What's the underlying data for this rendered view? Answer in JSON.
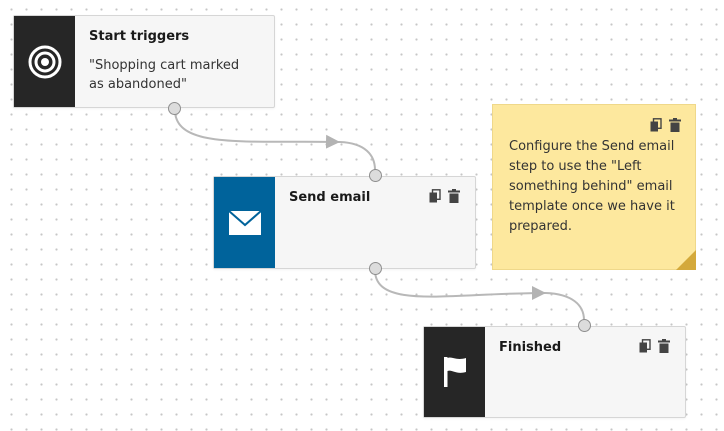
{
  "nodes": {
    "start": {
      "title": "Start triggers",
      "description": "\"Shopping cart marked as abandoned\"",
      "icon": "target-icon",
      "tile_color": "#262626"
    },
    "send_email": {
      "title": "Send email",
      "icon": "envelope-icon",
      "tile_color": "#00639b"
    },
    "finished": {
      "title": "Finished",
      "icon": "flag-icon",
      "tile_color": "#262626"
    }
  },
  "note": {
    "text": "Configure the Send email step to use the \"Left something behind\" email template once we have it prepared.",
    "color": "#fde89e"
  },
  "actions": {
    "copy_icon": "copy-icon",
    "delete_icon": "trash-icon"
  }
}
